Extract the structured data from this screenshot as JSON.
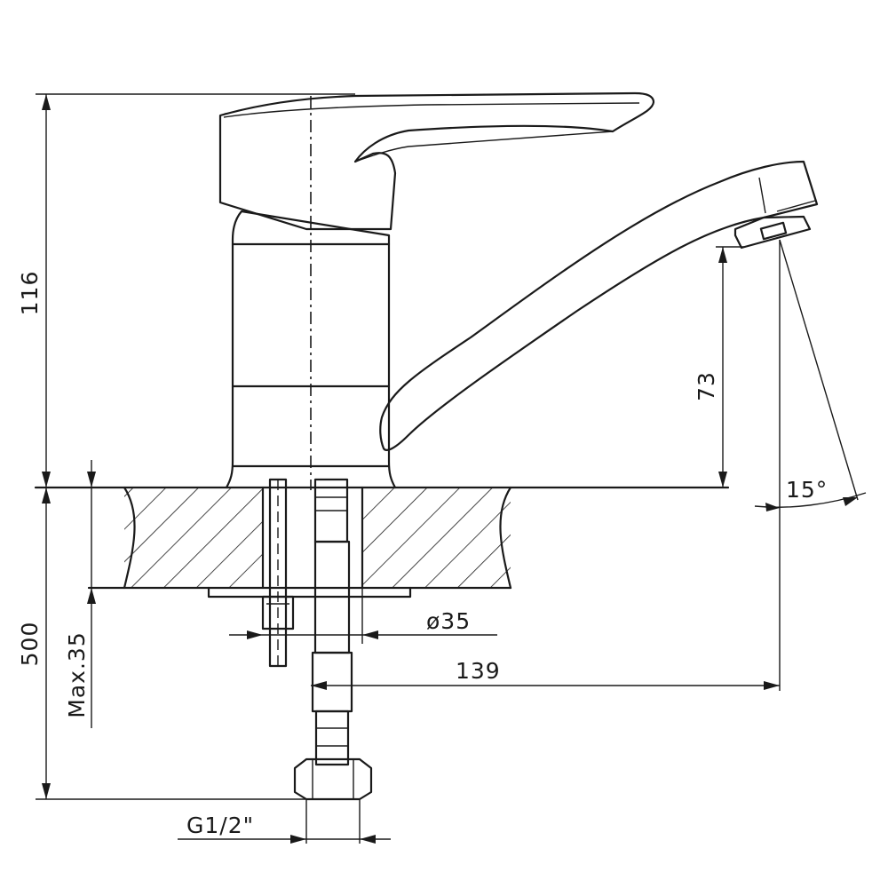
{
  "drawing": {
    "dimensions": {
      "overall_height": "116",
      "spout_height": "73",
      "hose_length": "500",
      "max_counter_thickness": "Max.35",
      "mounting_hole": "ø35",
      "spout_reach": "139",
      "spout_angle": "15°",
      "connection_thread": "G1/2\""
    },
    "colors": {
      "line": "#1a1a1a",
      "background": "#ffffff"
    }
  }
}
